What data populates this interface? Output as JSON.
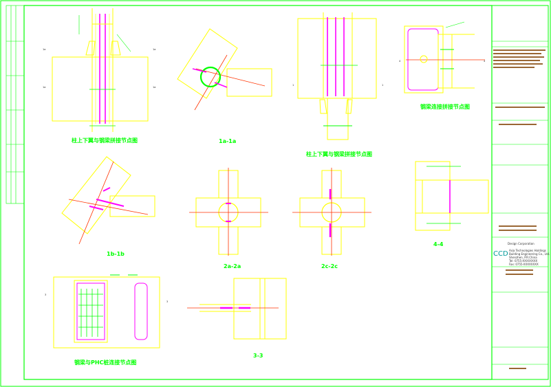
{
  "drawing": {
    "views": [
      {
        "id": "view1",
        "caption": "柱上下翼与钢梁拼接节点图"
      },
      {
        "id": "view2",
        "caption": "1a-1a"
      },
      {
        "id": "view3",
        "caption": "柱上下翼与钢梁拼接节点图"
      },
      {
        "id": "view4",
        "caption": "钢梁连接拼接节点图"
      },
      {
        "id": "view5",
        "caption": "1b-1b"
      },
      {
        "id": "view6",
        "caption": "2a-2a"
      },
      {
        "id": "view7",
        "caption": "2c-2c"
      },
      {
        "id": "view8",
        "caption": "4-4"
      },
      {
        "id": "view9",
        "caption": "钢梁与PHC桩连接节点图"
      },
      {
        "id": "view10",
        "caption": "3-3"
      }
    ],
    "section_marks": [
      "4",
      "4",
      "1",
      "1",
      "3",
      "3",
      "2",
      "2"
    ],
    "title_block": {
      "company_lines": [
        "Asia Technologies Holdings",
        "Building Engineering Co., Ltd.",
        "Shenzhen, P.R.China",
        "Tel: 0755-XXXXXXXX",
        "Fax: 0755-XXXXXXXX"
      ],
      "design_note": "Design Corporation"
    }
  }
}
